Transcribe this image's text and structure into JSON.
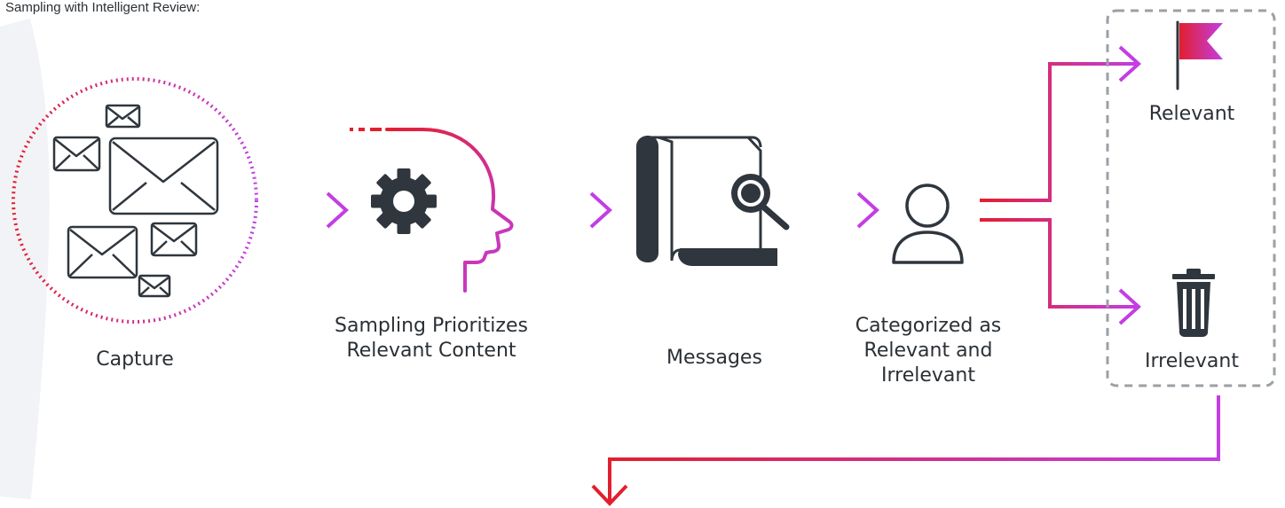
{
  "heading": "Sampling with Intelligent Review:",
  "steps": [
    {
      "lines": [
        "Capture"
      ]
    },
    {
      "lines": [
        "Sampling Prioritizes",
        "Relevant Content"
      ]
    },
    {
      "lines": [
        "Messages"
      ]
    },
    {
      "lines": [
        "Categorized as",
        "Relevant and",
        "Irrelevant"
      ]
    }
  ],
  "outcomes": {
    "relevant": "Relevant",
    "irrelevant": "Irrelevant"
  },
  "colors": {
    "gradient_start": "#e21f2f",
    "gradient_end": "#c23ee4",
    "icon_dark": "#2f363d",
    "text": "#2b3035",
    "dashed_box": "#9aa0a6"
  },
  "icons": {
    "capture": "envelopes-icon",
    "sampling": "gear-head-icon",
    "messages": "document-search-icon",
    "categorize": "user-icon",
    "relevant": "flag-icon",
    "irrelevant": "trash-icon"
  }
}
